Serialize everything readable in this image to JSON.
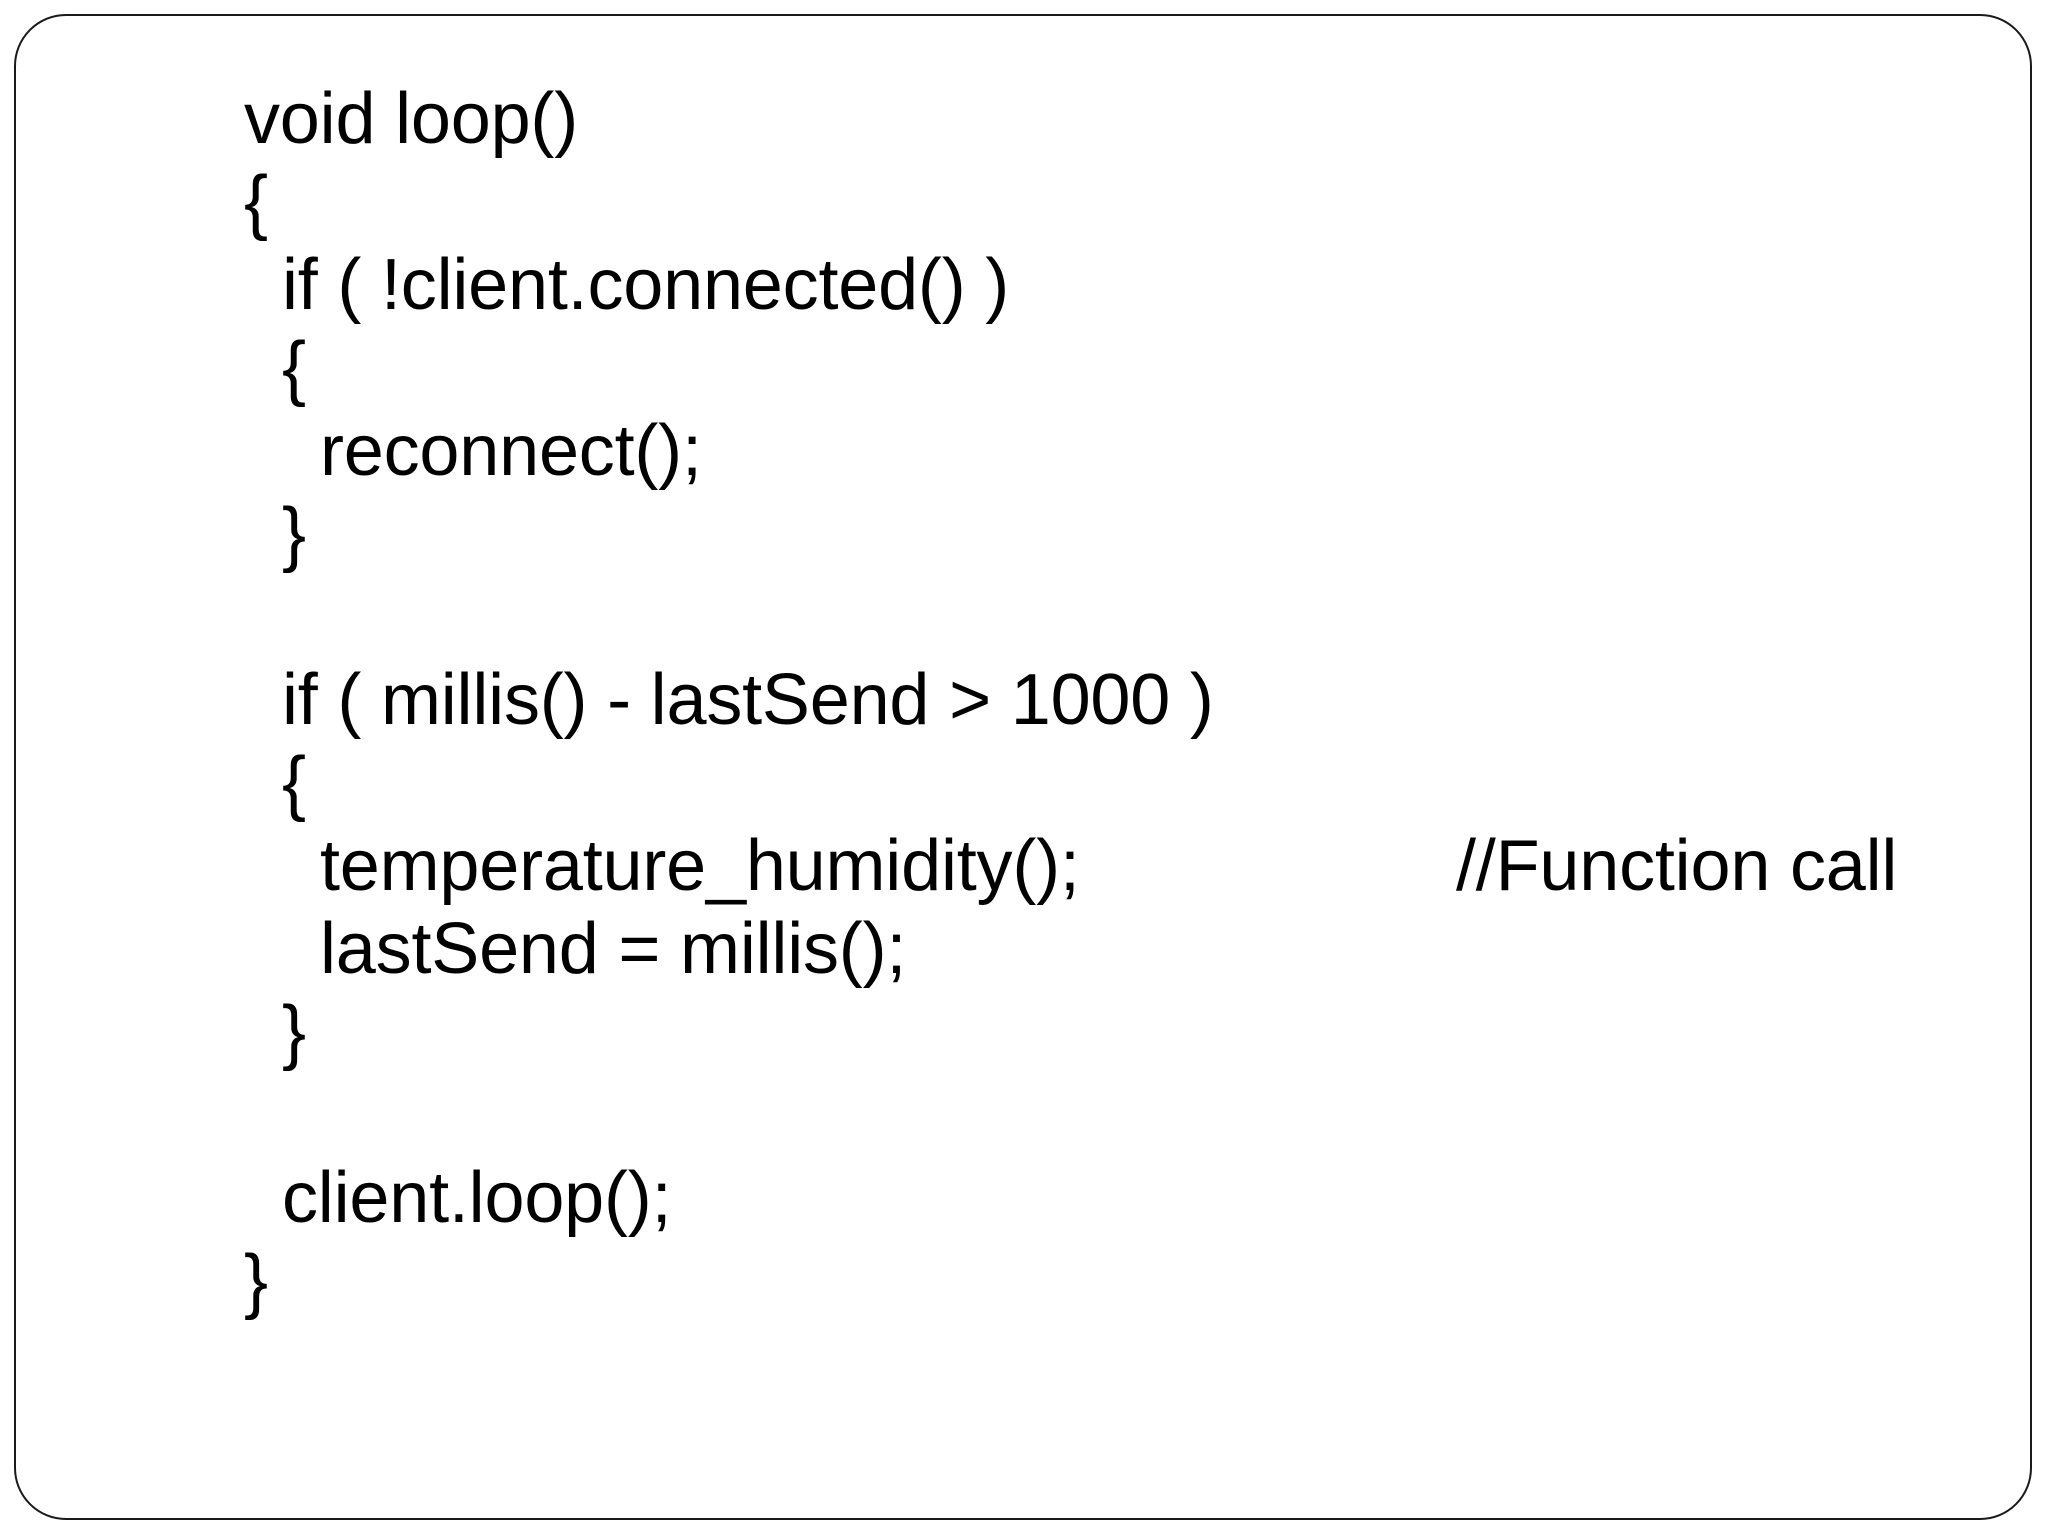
{
  "slide": {
    "border_color": "#1a1a1a",
    "background_color": "#ffffff",
    "text_color": "#000000"
  },
  "code": {
    "language": "arduino-c",
    "lines": [
      {
        "indent": 0,
        "text": "void loop()",
        "comment": ""
      },
      {
        "indent": 0,
        "text": "{",
        "comment": ""
      },
      {
        "indent": 1,
        "text": "if ( !client.connected() )",
        "comment": ""
      },
      {
        "indent": 1,
        "text": "{",
        "comment": ""
      },
      {
        "indent": 2,
        "text": "reconnect();",
        "comment": ""
      },
      {
        "indent": 1,
        "text": "}",
        "comment": ""
      },
      {
        "indent": 0,
        "text": "",
        "comment": ""
      },
      {
        "indent": 1,
        "text": "if ( millis() - lastSend > 1000 )",
        "comment": ""
      },
      {
        "indent": 1,
        "text": "{",
        "comment": ""
      },
      {
        "indent": 2,
        "text": "temperature_humidity();",
        "comment": "//Function call"
      },
      {
        "indent": 2,
        "text": "lastSend = millis();",
        "comment": ""
      },
      {
        "indent": 1,
        "text": "}",
        "comment": ""
      },
      {
        "indent": 0,
        "text": "",
        "comment": ""
      },
      {
        "indent": 1,
        "text": "client.loop();",
        "comment": ""
      },
      {
        "indent": 0,
        "text": "}",
        "comment": ""
      }
    ]
  }
}
